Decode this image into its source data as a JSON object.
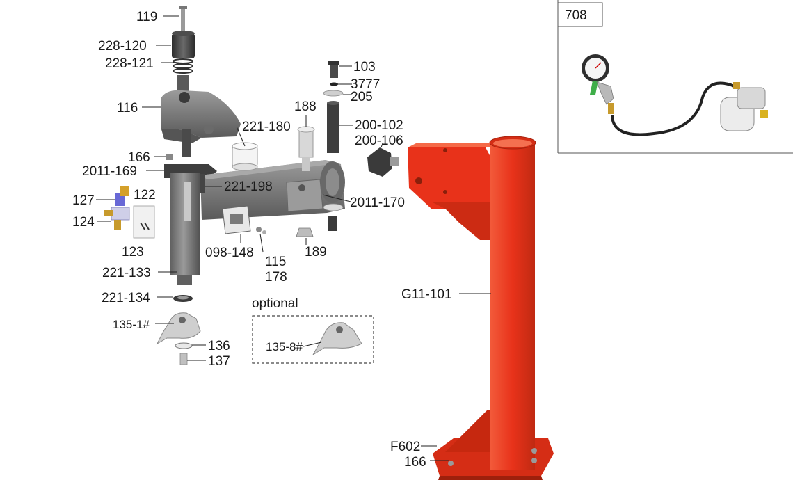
{
  "parts": {
    "p119": "119",
    "p228_120": "228-120",
    "p228_121": "228-121",
    "p116": "116",
    "p166a": "166",
    "p2011_169": "2011-169",
    "p127": "127",
    "p122": "122",
    "p124": "124",
    "p123": "123",
    "p221_133": "221-133",
    "p221_134": "221-134",
    "p135_1": "135-1#",
    "p136": "136",
    "p137": "137",
    "p221_180": "221-180",
    "p188": "188",
    "p221_198": "221-198",
    "p098_148": "098-148",
    "p115": "115",
    "p178": "178",
    "p189": "189",
    "p103": "103",
    "p3777": "3777",
    "p205": "205",
    "p200_102": "200-102",
    "p200_106": "200-106",
    "p2011_170": "2011-170",
    "p135_8": "135-8#",
    "pG11_101": "G11-101",
    "pF602": "F602",
    "p166b": "166"
  },
  "optional_label": "optional",
  "inset_label": "708",
  "colors": {
    "column_red": "#e8321a",
    "column_red_dark": "#b8260f",
    "column_red_light": "#f25a3a",
    "metal_dark": "#4a4a4a",
    "metal_mid": "#7d7d7d",
    "metal_light": "#b7b7b7",
    "gauge_green": "#3fae49",
    "brass": "#c79a2c"
  }
}
